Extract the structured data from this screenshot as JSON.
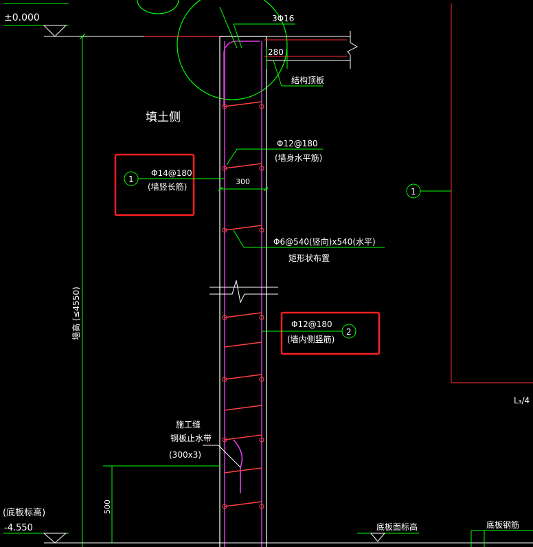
{
  "elevations": {
    "top": "±0.000",
    "bottom_label": "(底板标高)",
    "bottom": "-4.550"
  },
  "labels": {
    "fill_side": "填土侧",
    "rebar_top": "3Φ16",
    "dim_280": "280",
    "slab": "结构顶板",
    "horiz_bar": "Φ12@180",
    "horiz_bar_note": "(墙身水平筋)",
    "wall_thickness": "300",
    "tie_bar": "Φ6@540(竖向)x540(水平)",
    "tie_bar_note": "矩形状布置",
    "wall_height": "墙高 (≤4550)",
    "joint_1": "施工缝",
    "joint_2": "钢板止水带",
    "joint_3": "(300x3)",
    "dim_500": "500",
    "bottom_face": "底板面标高",
    "bottom_rebar": "底板钢筋",
    "partial": "L₃/4"
  },
  "callouts": {
    "c1": {
      "num": "1",
      "spec": "Φ14@180",
      "note": "(墙竖长筋)"
    },
    "c2": {
      "num": "2",
      "spec": "Φ12@180",
      "note": "(墙内侧竖筋)"
    },
    "c3": {
      "num": "1"
    }
  },
  "colors": {
    "background": "#000000",
    "dimension": "#00ff00",
    "rebar": "#ff4040",
    "wall": "#ffffff",
    "vertical_bar": "#e040e0",
    "highlight_box": "#ff2020"
  }
}
